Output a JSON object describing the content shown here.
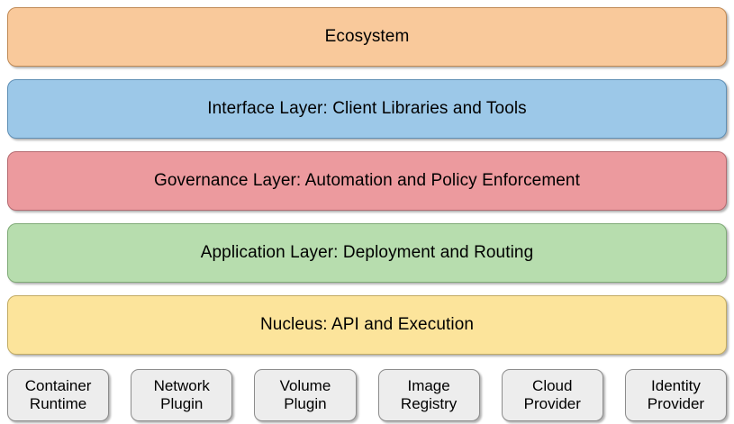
{
  "diagram": {
    "type": "layered-architecture-stack",
    "background_color": "#ffffff",
    "layers": [
      {
        "label": "Ecosystem",
        "fill_color": "#f9c99b",
        "border_color": "#c08a55",
        "order": 1
      },
      {
        "label": "Interface Layer: Client Libraries and Tools",
        "fill_color": "#9cc8e8",
        "border_color": "#5f8fb5",
        "order": 2
      },
      {
        "label": "Governance Layer: Automation and Policy Enforcement",
        "fill_color": "#ec9a9e",
        "border_color": "#b56a70",
        "order": 3
      },
      {
        "label": "Application Layer: Deployment and Routing",
        "fill_color": "#b7ddae",
        "border_color": "#7faa77",
        "order": 4
      },
      {
        "label": "Nucleus: API and Execution",
        "fill_color": "#fce49b",
        "border_color": "#c2ab63",
        "order": 5
      }
    ],
    "components": {
      "fill_color": "#ededed",
      "border_color": "#8c8c8c",
      "items": [
        {
          "label": "Container\nRuntime"
        },
        {
          "label": "Network\nPlugin"
        },
        {
          "label": "Volume\nPlugin"
        },
        {
          "label": "Image\nRegistry"
        },
        {
          "label": "Cloud\nProvider"
        },
        {
          "label": "Identity\nProvider"
        }
      ]
    }
  }
}
